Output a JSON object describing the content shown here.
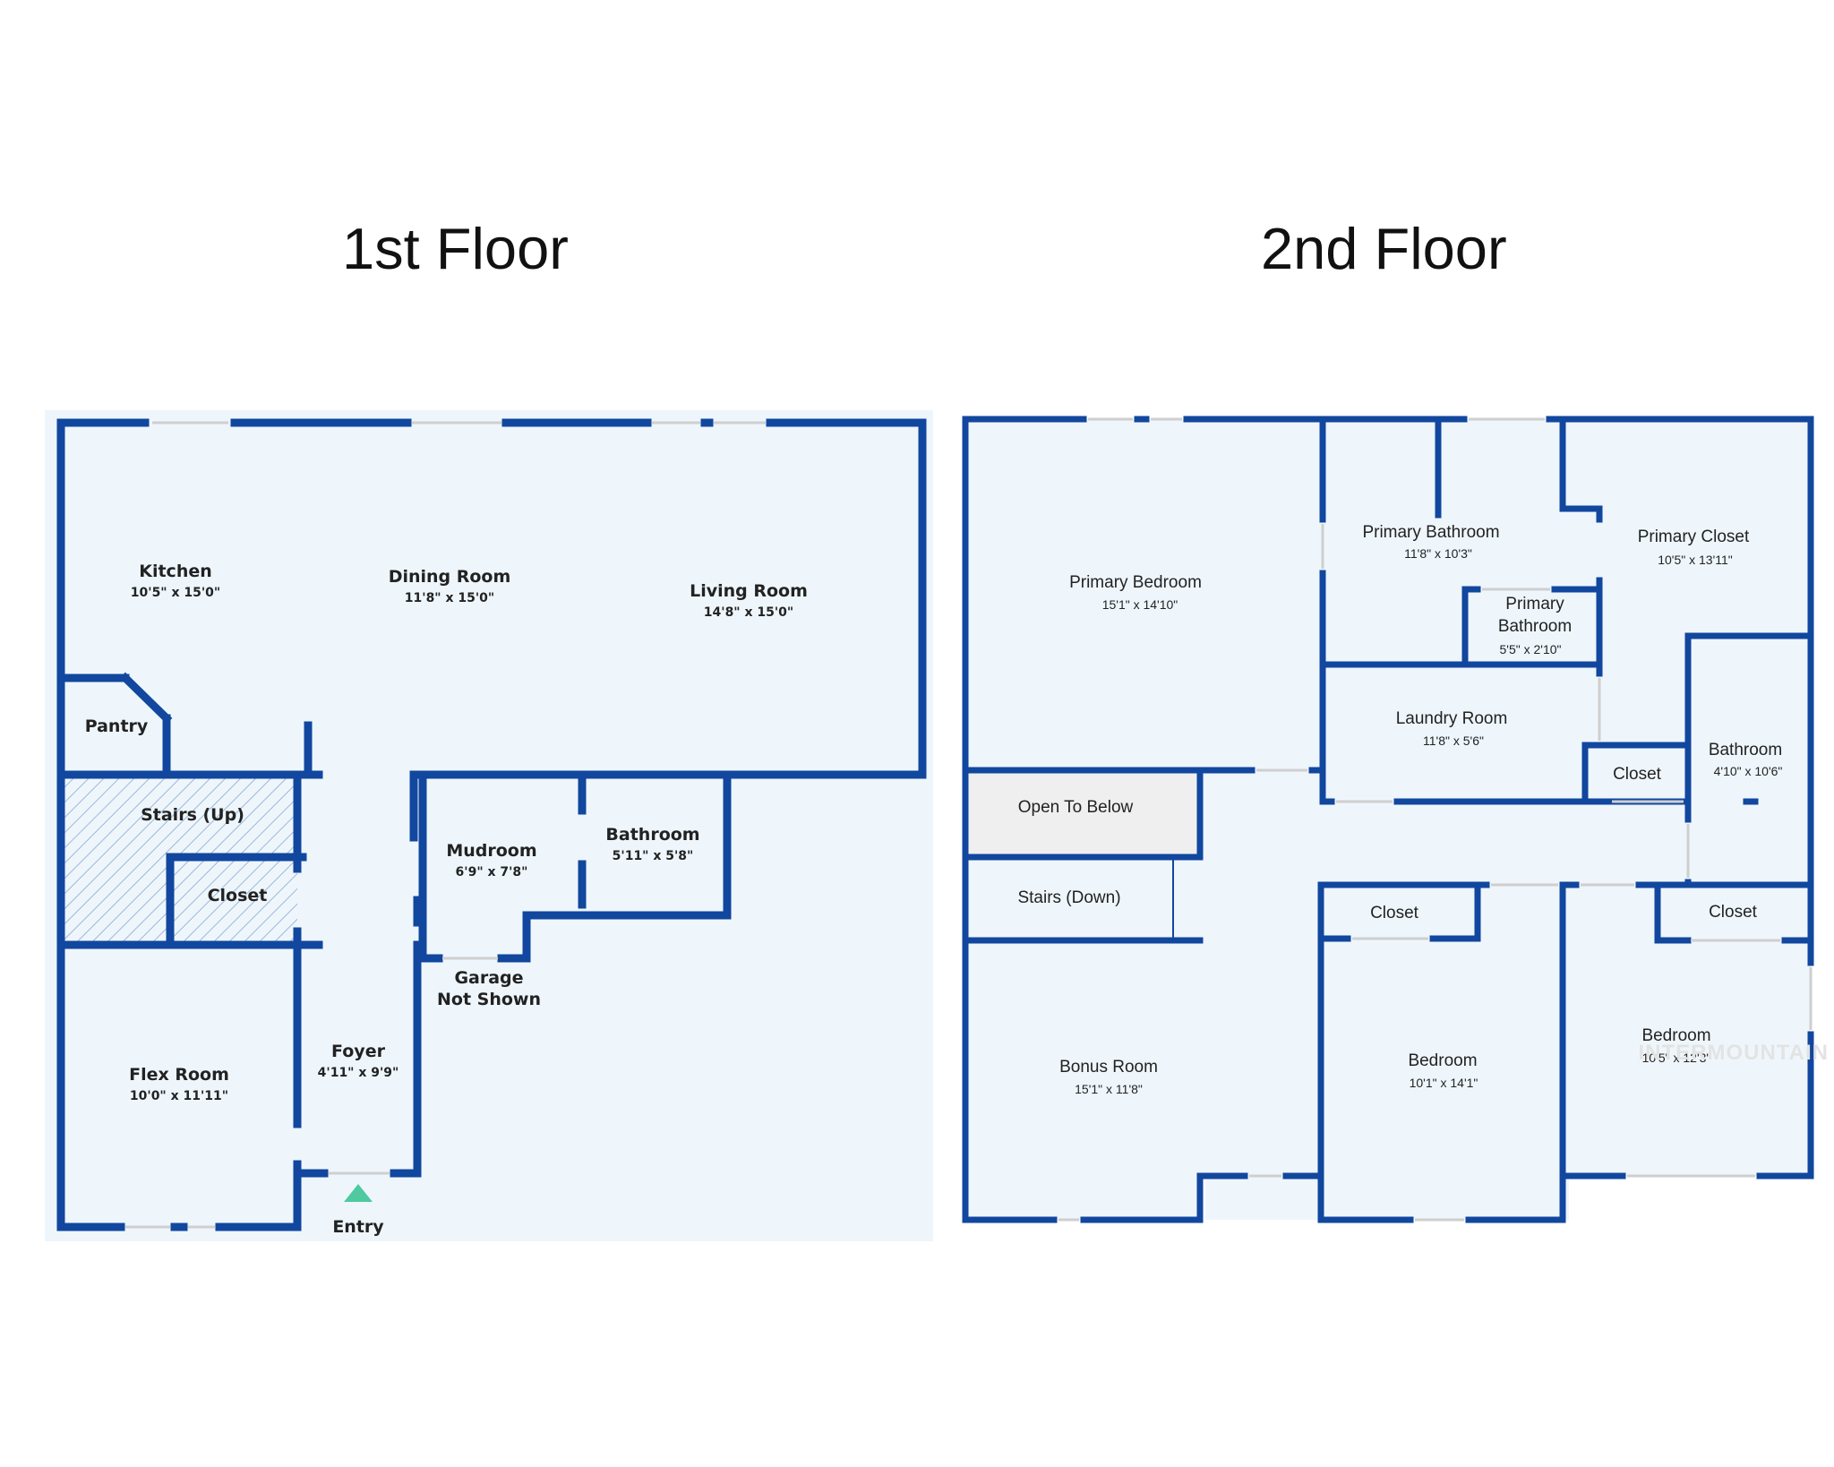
{
  "titles": {
    "floor1": "1st Floor",
    "floor2": "2nd Floor"
  },
  "colors": {
    "wall": "#11479e",
    "floor_fill": "#eef6fc",
    "open_fill": "#efefef",
    "marker": "#4fc9a0"
  },
  "floor1": {
    "kitchen": {
      "name": "Kitchen",
      "dims": "10'5\" x 15'0\""
    },
    "dining": {
      "name": "Dining Room",
      "dims": "11'8\" x 15'0\""
    },
    "living": {
      "name": "Living Room",
      "dims": "14'8\" x 15'0\""
    },
    "pantry": {
      "name": "Pantry"
    },
    "stairs": {
      "name": "Stairs (Up)"
    },
    "closet": {
      "name": "Closet"
    },
    "mudroom": {
      "name": "Mudroom",
      "dims": "6'9\" x 7'8\""
    },
    "bathroom": {
      "name": "Bathroom",
      "dims": "5'11\" x 5'8\""
    },
    "garage": {
      "line1": "Garage",
      "line2": "Not Shown"
    },
    "flex": {
      "name": "Flex Room",
      "dims": "10'0\" x 11'11\""
    },
    "foyer": {
      "name": "Foyer",
      "dims": "4'11\" x 9'9\""
    },
    "entry": {
      "name": "Entry"
    }
  },
  "floor2": {
    "primary_bedroom": {
      "name": "Primary Bedroom",
      "dims": "15'1\" x 14'10\""
    },
    "primary_bathroom": {
      "name": "Primary Bathroom",
      "dims": "11'8\" x 10'3\""
    },
    "primary_closet": {
      "name": "Primary Closet",
      "dims": "10'5\" x 13'11\""
    },
    "primary_bathroom_small": {
      "line1": "Primary",
      "line2": "Bathroom",
      "dims": "5'5\" x 2'10\""
    },
    "laundry": {
      "name": "Laundry Room",
      "dims": "11'8\" x 5'6\""
    },
    "closet_laundry": {
      "name": "Closet"
    },
    "bathroom": {
      "name": "Bathroom",
      "dims": "4'10\" x 10'6\""
    },
    "open_below": {
      "name": "Open To Below"
    },
    "stairs": {
      "name": "Stairs (Down)"
    },
    "bonus": {
      "name": "Bonus Room",
      "dims": "15'1\" x 11'8\""
    },
    "closet_mid": {
      "name": "Closet"
    },
    "bedroom_mid": {
      "name": "Bedroom",
      "dims": "10'1\" x 14'1\""
    },
    "closet_right": {
      "name": "Closet"
    },
    "bedroom_right": {
      "name": "Bedroom",
      "dims": "10'5\" x 12'3\""
    }
  },
  "watermark": "INTERMOUNTAIN"
}
